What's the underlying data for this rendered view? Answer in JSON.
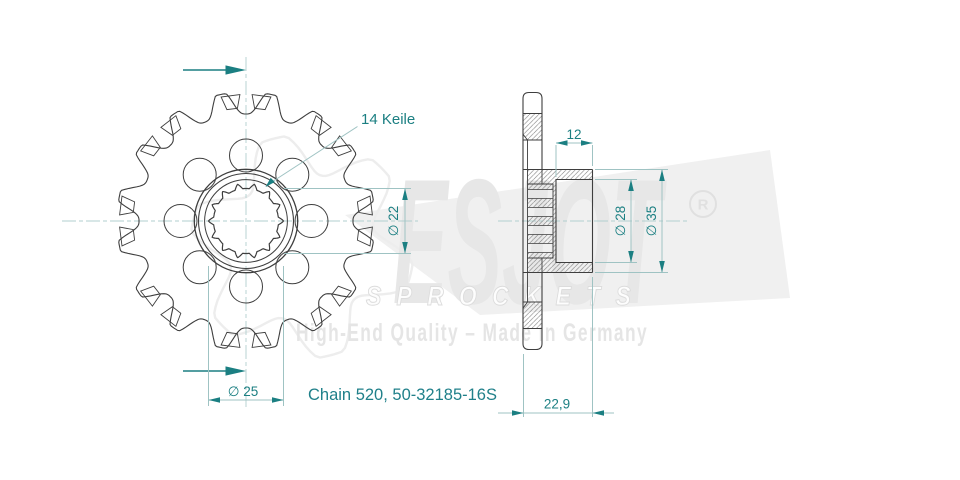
{
  "drawing": {
    "part_label": "Chain 520, 50-32185-16S",
    "spline_note": "14 Keile",
    "dimensions": {
      "front_bore_dia": "∅ 22",
      "front_spline_dia": "∅ 25",
      "side_hub_depth": "12",
      "side_recess_dia": "∅ 28",
      "side_hub_dia": "∅ 35",
      "side_overall_width": "22,9"
    },
    "geometry": {
      "sprocket_teeth": 16,
      "spline_count": 14,
      "bolt_holes": 8
    }
  },
  "watermark": {
    "brand": "ESJOT",
    "registered_mark": "R",
    "subtitle": "SPROCKETS",
    "tagline": "High-End Quality – Made in Germany"
  },
  "colors": {
    "accent_teal": "#1B7F82",
    "line_dark": "#3E3E3E",
    "light_line": "#9FC3C3",
    "centerline": "#B2CFCF",
    "watermark_gray": "#E7E7E7"
  }
}
